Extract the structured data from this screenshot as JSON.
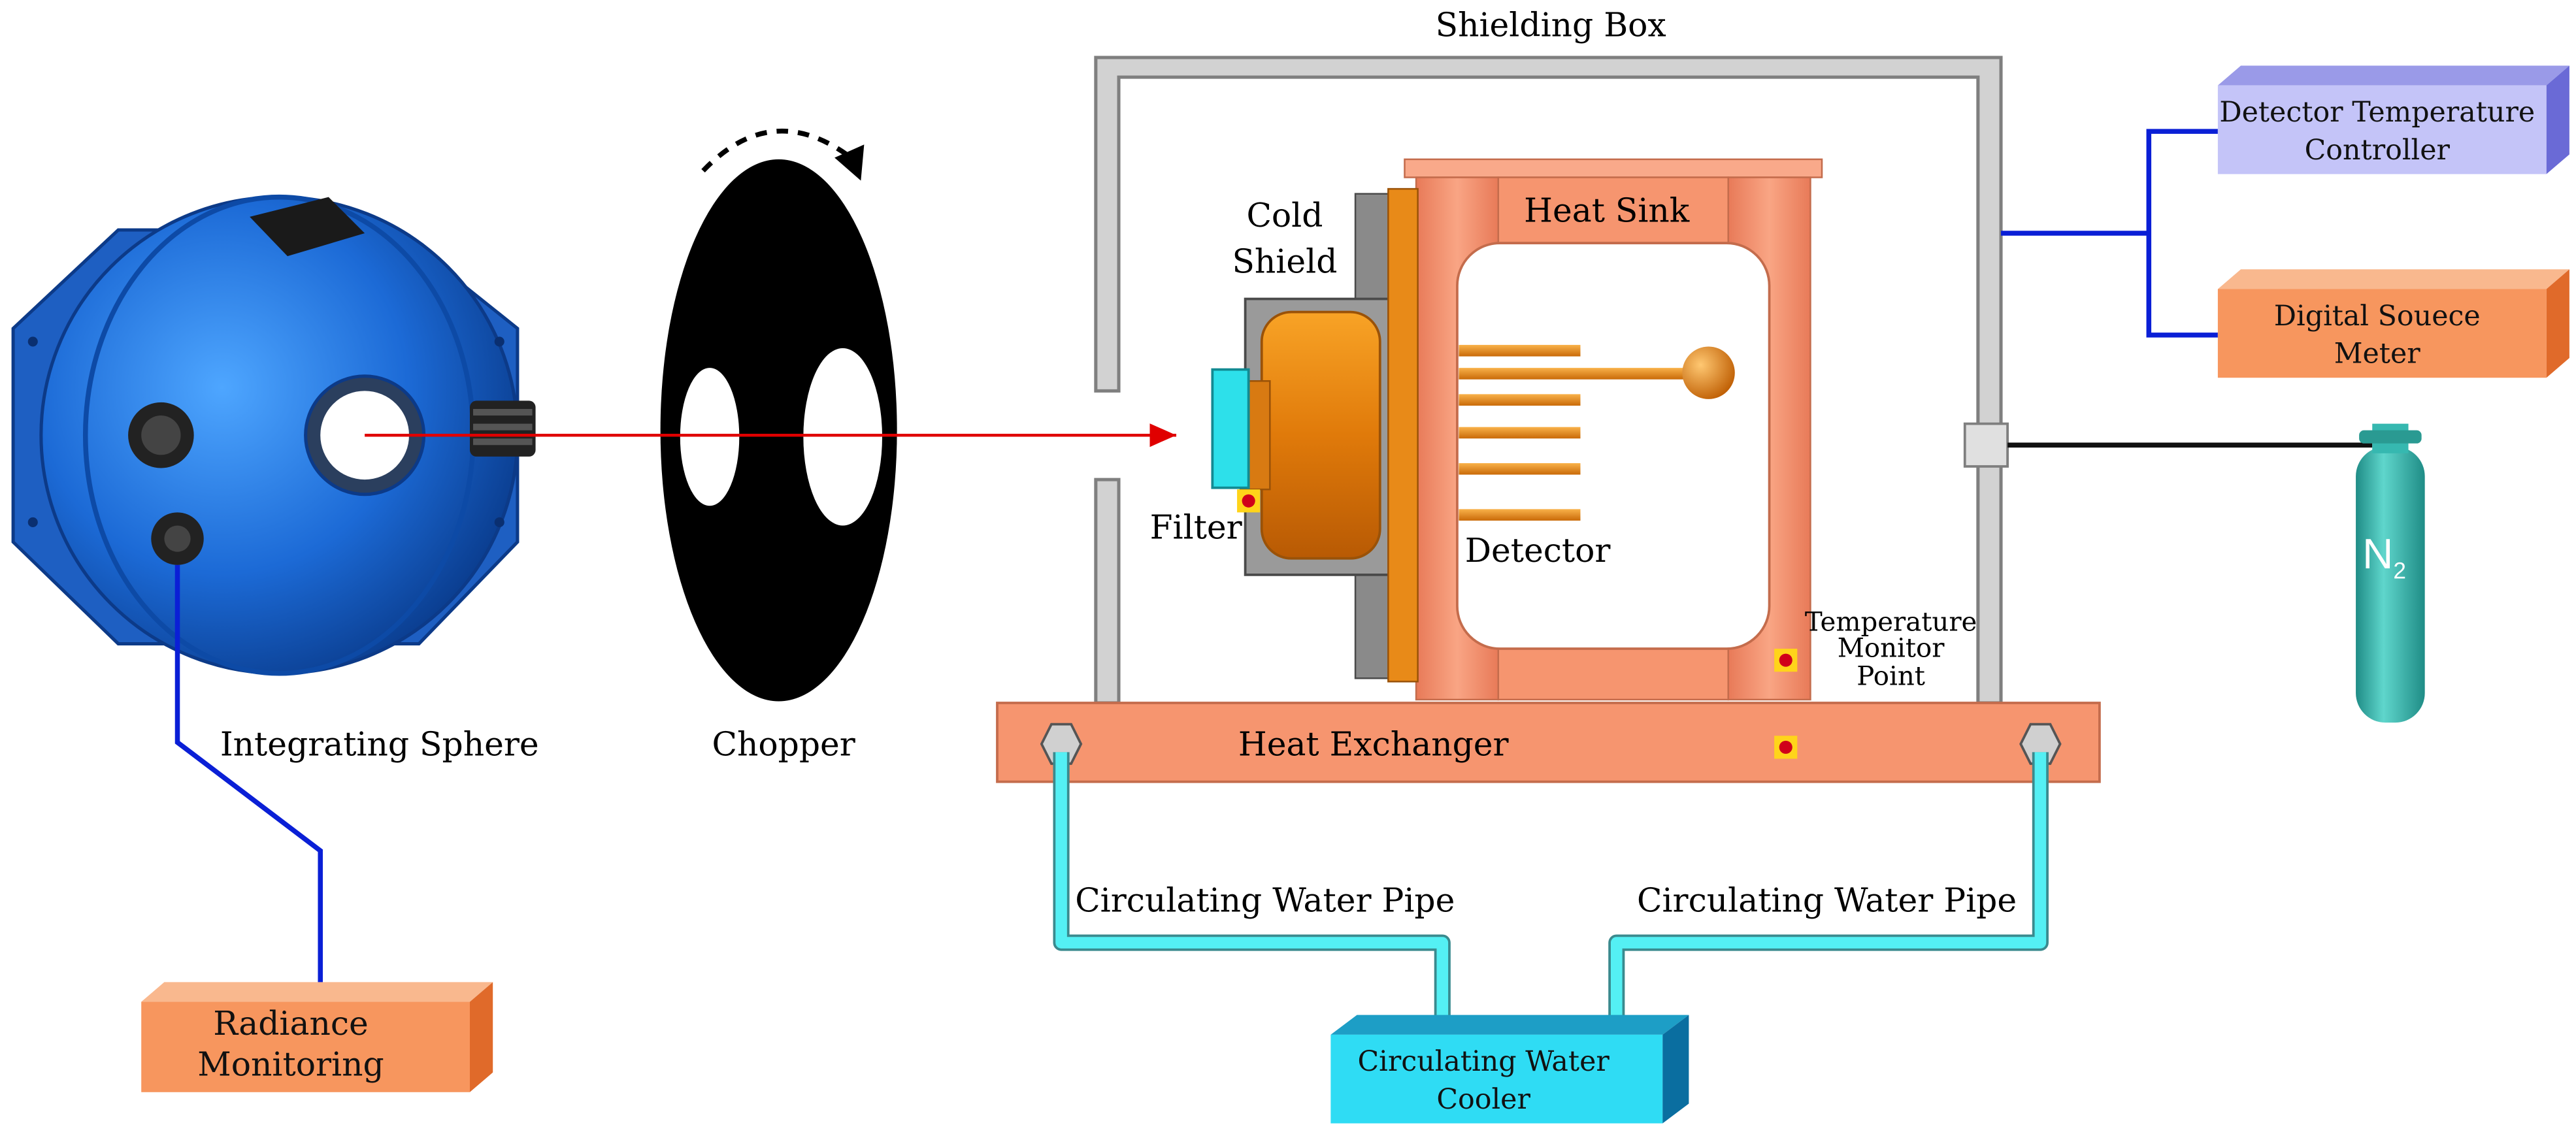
{
  "labels": {
    "shielding_box": "Shielding Box",
    "cold_shield_line1": "Cold",
    "cold_shield_line2": "Shield",
    "heat_sink": "Heat Sink",
    "filter": "Filter",
    "detector": "Detector",
    "temperature_monitor_line1": "Temperature",
    "temperature_monitor_line2": "Monitor",
    "temperature_monitor_line3": "Point",
    "integrating_sphere": "Integrating Sphere",
    "chopper": "Chopper",
    "heat_exchanger": "Heat Exchanger",
    "water_pipe_left": "Circulating Water Pipe",
    "water_pipe_right": "Circulating Water Pipe",
    "n2_symbol": "N",
    "n2_subscript": "2"
  },
  "boxes": {
    "detector_temperature_controller": {
      "line1": "Detector Temperature",
      "line2": "Controller"
    },
    "digital_source_meter": {
      "line1": "Digital Souece",
      "line2": "Meter"
    },
    "radiance_monitoring": {
      "line1": "Radiance",
      "line2": "Monitoring"
    },
    "circulating_water_cooler": {
      "line1": "Circulating Water",
      "line2": "Cooler"
    }
  },
  "colors": {
    "sphere_blue": "#1f6fd8",
    "copper": "#f6956f",
    "detector_orange": "#e8830f",
    "filter_cyan": "#2de0ea",
    "pipe_cyan": "#54f0f4",
    "signal_wire": "#0a1fd6",
    "beam_red": "#e00000",
    "controller_lavender": "#c4c4f8",
    "meter_orange": "#f7965e",
    "cylinder_teal": "#36b8b0",
    "monitor_point": "#d0001a"
  }
}
